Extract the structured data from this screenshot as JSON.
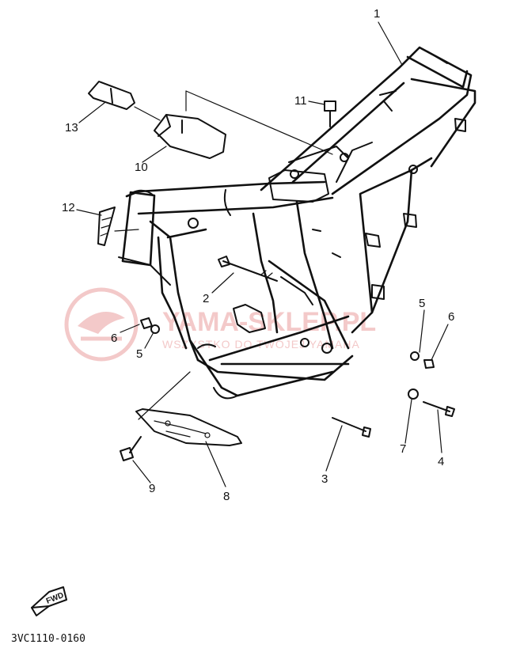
{
  "callouts": [
    {
      "id": "1",
      "label": "1"
    },
    {
      "id": "2",
      "label": "2"
    },
    {
      "id": "3",
      "label": "3"
    },
    {
      "id": "4",
      "label": "4"
    },
    {
      "id": "5a",
      "label": "5"
    },
    {
      "id": "5b",
      "label": "5"
    },
    {
      "id": "6a",
      "label": "6"
    },
    {
      "id": "6b",
      "label": "6"
    },
    {
      "id": "7",
      "label": "7"
    },
    {
      "id": "8",
      "label": "8"
    },
    {
      "id": "9",
      "label": "9"
    },
    {
      "id": "10",
      "label": "10"
    },
    {
      "id": "11",
      "label": "11"
    },
    {
      "id": "12",
      "label": "12"
    },
    {
      "id": "13",
      "label": "13"
    }
  ],
  "watermark": {
    "main": "YAMA-SKLEP.PL",
    "sub": "WSZYSTKO DO TWOJEJ YAMAHA"
  },
  "direction_marker": {
    "label": "FWD"
  },
  "diagram_code": "3VC1110-0160",
  "colors": {
    "line": "#111111",
    "watermark": "#f3c9c9"
  }
}
